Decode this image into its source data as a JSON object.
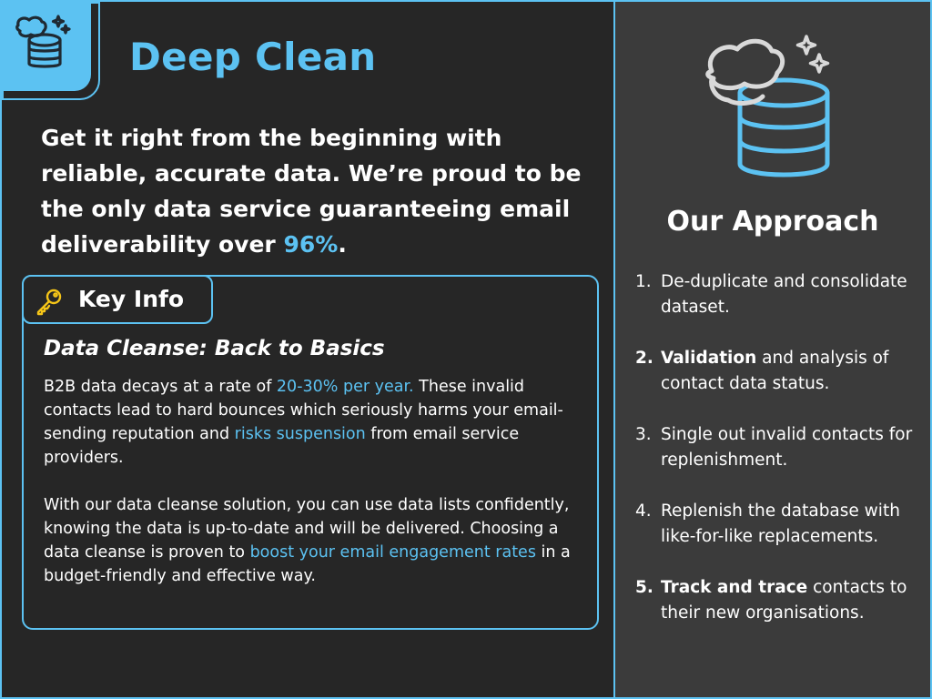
{
  "header": {
    "title": "Deep Clean",
    "logo_icon": "sponge-database-icon"
  },
  "intro": {
    "text": "Get it right from the beginning with reliable, accurate data. We’re proud to be the only data service guaranteeing email deliverability over ",
    "highlight": "96%",
    "end": "."
  },
  "key_info": {
    "tab_icon": "key-icon",
    "tab_label": "Key Info",
    "heading": "Data Cleanse: Back to Basics",
    "p1": {
      "a": "B2B data decays at a rate of ",
      "hl1": "20-30% per year.",
      "b": " These invalid contacts lead to hard bounces which seriously harms your email-sending reputation and ",
      "hl2": "risks suspension",
      "c": " from email service providers."
    },
    "p2": {
      "a": "With our data cleanse solution, you can use data lists confidently, knowing the data is up-to-date and will be delivered. Choosing a data cleanse is proven to ",
      "hl": "boost your email engagement rates",
      "b": " in a budget-friendly and effective way."
    }
  },
  "approach": {
    "icon": "sponge-database-icon",
    "title": "Our Approach",
    "steps": [
      {
        "num": "1.",
        "bold": "",
        "text": "De-duplicate and consolidate dataset."
      },
      {
        "num": "2.",
        "bold": "Validation",
        "text": " and analysis of contact data status."
      },
      {
        "num": "3.",
        "bold": "",
        "text": "Single out invalid contacts for replenishment."
      },
      {
        "num": "4.",
        "bold": "",
        "text": "Replenish the database with like-for-like replacements."
      },
      {
        "num": "5.",
        "bold": "Track and trace",
        "text": " contacts to their new organisations."
      }
    ]
  },
  "colors": {
    "accent": "#5cc2f2",
    "left_bg": "#262626",
    "right_bg": "#3b3b3b",
    "key_icon": "#f5c518"
  }
}
